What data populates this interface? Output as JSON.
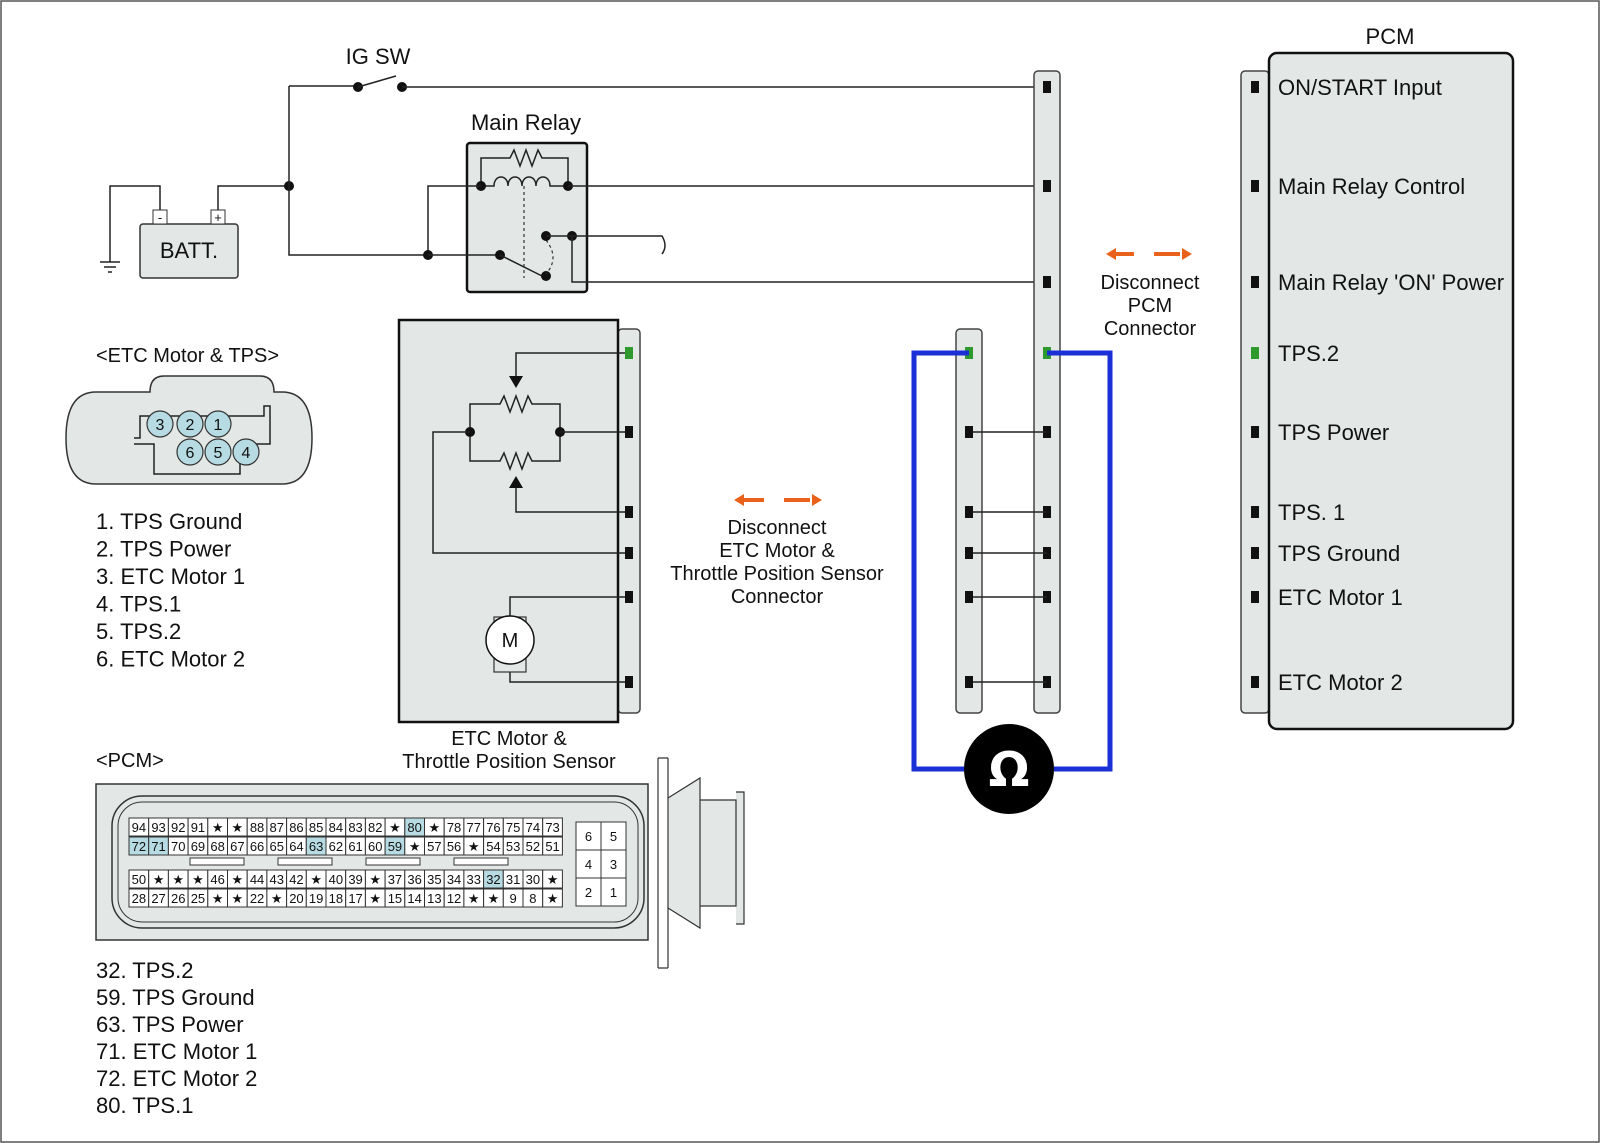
{
  "labels": {
    "ig_sw": "IG SW",
    "main_relay": "Main Relay",
    "batt": "BATT.",
    "batt_neg": "-",
    "batt_pos": "+",
    "pcm_title": "PCM",
    "disconnect_pcm": [
      "Disconnect",
      "PCM",
      "Connector"
    ],
    "disconnect_etc": [
      "Disconnect",
      "ETC Motor &",
      "Throttle Position Sensor",
      "Connector"
    ],
    "etc_sensor_title": [
      "ETC Motor &",
      "Throttle Position Sensor"
    ],
    "motor": "M",
    "ohm": "Ω"
  },
  "pcm_pins": [
    {
      "label": "ON/START Input",
      "highlight": false
    },
    {
      "label": "Main Relay Control",
      "highlight": false
    },
    {
      "label": "Main Relay 'ON' Power",
      "highlight": false
    },
    {
      "label": "TPS.2",
      "highlight": true
    },
    {
      "label": "TPS Power",
      "highlight": false
    },
    {
      "label": "TPS. 1",
      "highlight": false
    },
    {
      "label": "TPS Ground",
      "highlight": false
    },
    {
      "label": "ETC Motor 1",
      "highlight": false
    },
    {
      "label": "ETC Motor 2",
      "highlight": false
    }
  ],
  "etc_connector": {
    "title": "<ETC Motor & TPS>",
    "pins": [
      "3",
      "2",
      "1",
      "6",
      "5",
      "4"
    ],
    "legend": [
      {
        "text": "1. TPS Ground",
        "highlight": false
      },
      {
        "text": "2. TPS Power",
        "highlight": false
      },
      {
        "text": "3. ETC Motor 1",
        "highlight": false
      },
      {
        "text": "4. TPS.1",
        "highlight": false
      },
      {
        "text": "5. TPS.2",
        "highlight": true
      },
      {
        "text": "6. ETC Motor 2",
        "highlight": false
      }
    ]
  },
  "pcm_connector": {
    "title": "<PCM>",
    "rows": [
      [
        "94",
        "93",
        "92",
        "91",
        "★",
        "★",
        "88",
        "87",
        "86",
        "85",
        "84",
        "83",
        "82",
        "★",
        "80",
        "★",
        "78",
        "77",
        "76",
        "75",
        "74",
        "73"
      ],
      [
        "72",
        "71",
        "70",
        "69",
        "68",
        "67",
        "66",
        "65",
        "64",
        "63",
        "62",
        "61",
        "60",
        "59",
        "★",
        "57",
        "56",
        "★",
        "54",
        "53",
        "52",
        "51"
      ],
      [
        "50",
        "★",
        "★",
        "★",
        "46",
        "★",
        "44",
        "43",
        "42",
        "★",
        "40",
        "39",
        "★",
        "37",
        "36",
        "35",
        "34",
        "33",
        "32",
        "31",
        "30",
        "★"
      ],
      [
        "28",
        "27",
        "26",
        "25",
        "★",
        "★",
        "22",
        "★",
        "20",
        "19",
        "18",
        "17",
        "★",
        "15",
        "14",
        "13",
        "12",
        "★",
        "★",
        "9",
        "8",
        "★"
      ]
    ],
    "highlighted": [
      "80",
      "72",
      "71",
      "63",
      "59",
      "32"
    ],
    "small_block": [
      [
        "6",
        "5"
      ],
      [
        "4",
        "3"
      ],
      [
        "2",
        "1"
      ]
    ],
    "legend": [
      {
        "text": "32. TPS.2",
        "highlight": true
      },
      {
        "text": "59. TPS Ground",
        "highlight": false
      },
      {
        "text": "63. TPS Power",
        "highlight": false
      },
      {
        "text": "71. ETC Motor 1",
        "highlight": false
      },
      {
        "text": "72. ETC Motor 2",
        "highlight": false
      },
      {
        "text": "80. TPS.1",
        "highlight": false
      }
    ]
  },
  "colors": {
    "highlight_text": "#2e8b2e",
    "meter_lead": "#1a2fd6",
    "disconnect_arrow": "#e8621b",
    "pin_cell_highlight": "#b7dbe3"
  }
}
